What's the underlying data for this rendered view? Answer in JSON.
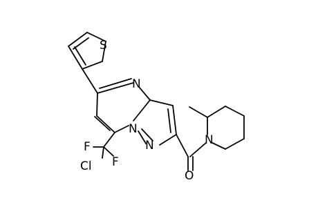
{
  "molecule": {
    "atoms": {
      "S": "S",
      "N_ring": "N",
      "N_bridge": "N",
      "N_pyrazole": "N",
      "N_piperidine": "N",
      "O": "O",
      "F_left": "F",
      "F_right": "F",
      "Cl": "Cl"
    }
  }
}
